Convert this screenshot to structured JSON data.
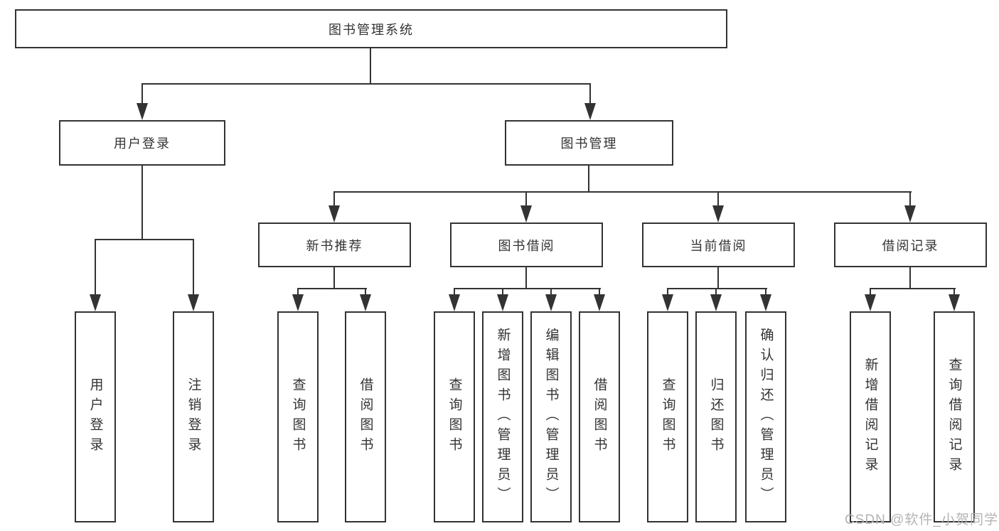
{
  "tree": {
    "label": "图书管理系统",
    "children": [
      {
        "label": "用户登录",
        "children": [
          {
            "label": "用户登录"
          },
          {
            "label": "注销登录"
          }
        ]
      },
      {
        "label": "图书管理",
        "children": [
          {
            "label": "新书推荐",
            "children": [
              {
                "label": "查询图书"
              },
              {
                "label": "借阅图书"
              }
            ]
          },
          {
            "label": "图书借阅",
            "children": [
              {
                "label": "查询图书"
              },
              {
                "label": "新增图书（管理员）"
              },
              {
                "label": "编辑图书（管理员）"
              },
              {
                "label": "借阅图书"
              }
            ]
          },
          {
            "label": "当前借阅",
            "children": [
              {
                "label": "查询图书"
              },
              {
                "label": "归还图书"
              },
              {
                "label": "确认归还（管理员）"
              }
            ]
          },
          {
            "label": "借阅记录",
            "children": [
              {
                "label": "新增借阅记录"
              },
              {
                "label": "查询借阅记录"
              }
            ]
          }
        ]
      }
    ]
  },
  "watermark": "CSDN @软件_小贺同学",
  "colors": {
    "line": "#333333",
    "text": "#333333",
    "background": "#ffffff",
    "watermark": "#b3b3b3"
  }
}
